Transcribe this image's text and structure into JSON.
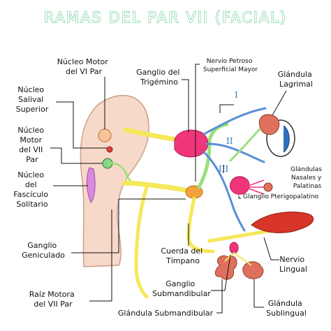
{
  "title": "RAMAS DEL PAR VII (FACIAL)",
  "roman": [
    "I",
    "II",
    "III"
  ],
  "labels": {
    "nucleo_motor_vi": [
      "Núcleo Motor",
      "del VI Par"
    ],
    "nucleo_salival": [
      "Núcleo",
      "Salival",
      "Superior"
    ],
    "nucleo_motor_vii": [
      "Núcleo",
      "Motor",
      "del VII",
      "Par"
    ],
    "nucleo_fasciculo": [
      "Núcleo",
      "del",
      "Fascículo",
      "Solitario"
    ],
    "ganglio_trigemino": [
      "Ganglio del",
      "Trigémino"
    ],
    "nervio_petroso": [
      "Nervio Petroso",
      "Superficial Mayor"
    ],
    "glandula_lagrimal": [
      "Glándula",
      "Lagrimal"
    ],
    "glandulas_nasales": [
      "Glándulas",
      "Nasales y",
      "Palatinas"
    ],
    "ganglio_pterigopalatino": [
      "Glanglio Pterigopalatino"
    ],
    "ganglio_geniculado": [
      "Ganglio",
      "Geniculado"
    ],
    "cuerda_timpano": [
      "Cuerda del",
      "Tímpano"
    ],
    "nervio_lingual": [
      "Nervio",
      "Lingual"
    ],
    "raiz_motora": [
      "Raíz Motora",
      "del VII Par"
    ],
    "ganglio_submandibular": [
      "Ganglio",
      "Submandibular"
    ],
    "glandula_submandibular": [
      "Glándula Submandibular"
    ],
    "glandula_sublingual": [
      "Glándula",
      "Sublingual"
    ]
  },
  "colors": {
    "title_outline": "#5fc98f",
    "brainstem": "#f7d9c9",
    "brainstem_outline": "#c9a08a",
    "yellow_nerve": "#f5e85a",
    "green_nerve": "#9be07a",
    "blue_nerve": "#5a8fd6",
    "pink_ganglion": "#f0357a",
    "orange_ganglion": "#f2a23a",
    "tongue": "#d8362a",
    "gland": "#e0705e",
    "purple_nucleus": "#d98ae0",
    "orange_nucleus": "#f7c49a",
    "red_nucleus": "#e33c3c",
    "green_nucleus": "#8ad488",
    "eye_white": "#ffffff",
    "eye_iris": "#2f6fbf",
    "leader": "#111111"
  }
}
